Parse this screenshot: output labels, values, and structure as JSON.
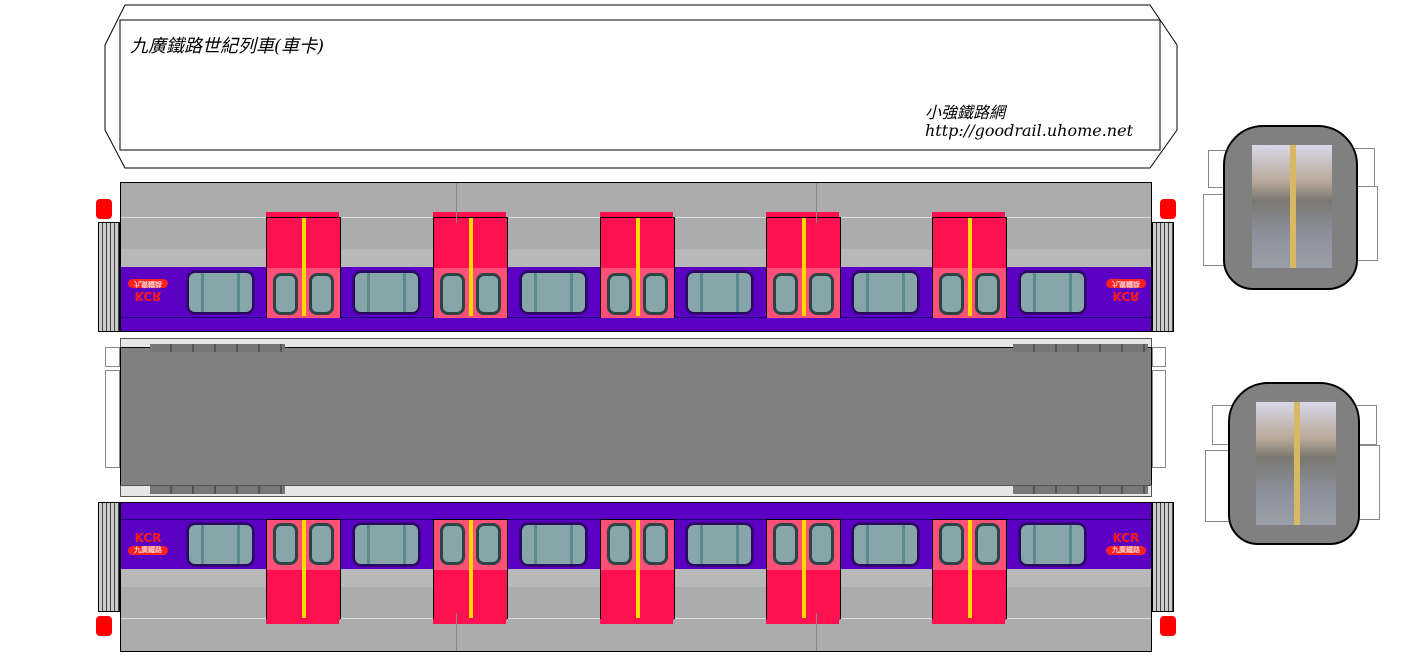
{
  "title": "九廣鐵路世紀列車(車卡)",
  "credit": {
    "name": "小強鐵路網",
    "url": "http://goodrail.uhome.net"
  },
  "logo": {
    "text": "KCR",
    "subtext": "九廣鐵路"
  },
  "colors": {
    "purple": "#5c00c4",
    "door_red": "#ff1050",
    "door_pink": "#ff5078",
    "body_grey": "#acacac",
    "roof_grey": "#808080",
    "glass": "#86a6aa"
  }
}
